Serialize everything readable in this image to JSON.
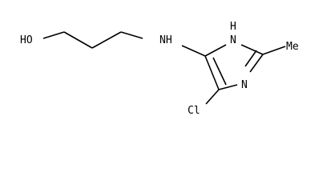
{
  "colors": {
    "background": "#ffffff",
    "ink": "#000000"
  },
  "labels": {
    "oh": "HO",
    "amine": "NH",
    "ring_nh": "N",
    "ring_nh_h": "H",
    "ring_n": "N",
    "chloro": "Cl",
    "methyl": "Me"
  }
}
